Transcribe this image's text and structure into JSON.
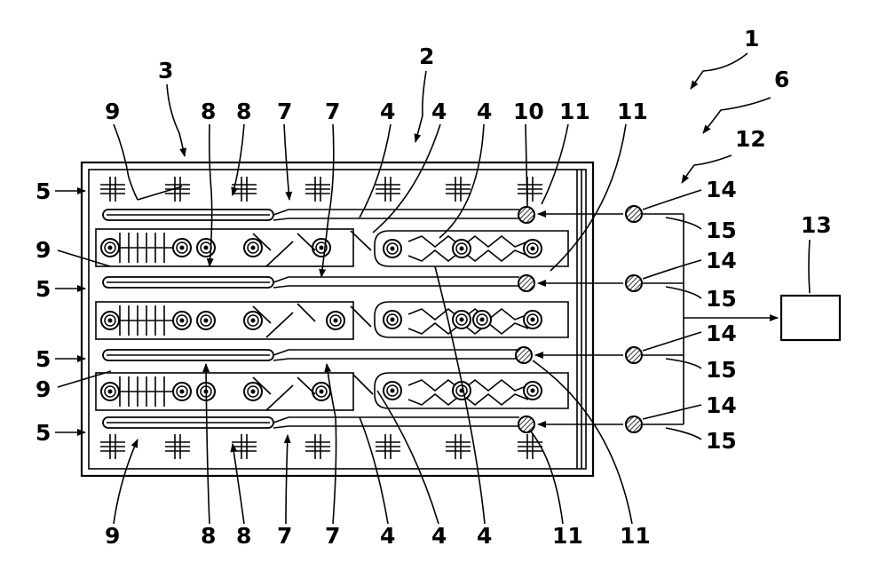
{
  "labels": {
    "ref_1": "1",
    "ref_2": "2",
    "ref_3": "3",
    "ref_4": "4",
    "ref_5": "5",
    "ref_6": "6",
    "ref_7": "7",
    "ref_8": "8",
    "ref_9": "9",
    "ref_10": "10",
    "ref_11": "11",
    "ref_12": "12",
    "ref_13": "13",
    "ref_14": "14",
    "ref_15": "15"
  }
}
